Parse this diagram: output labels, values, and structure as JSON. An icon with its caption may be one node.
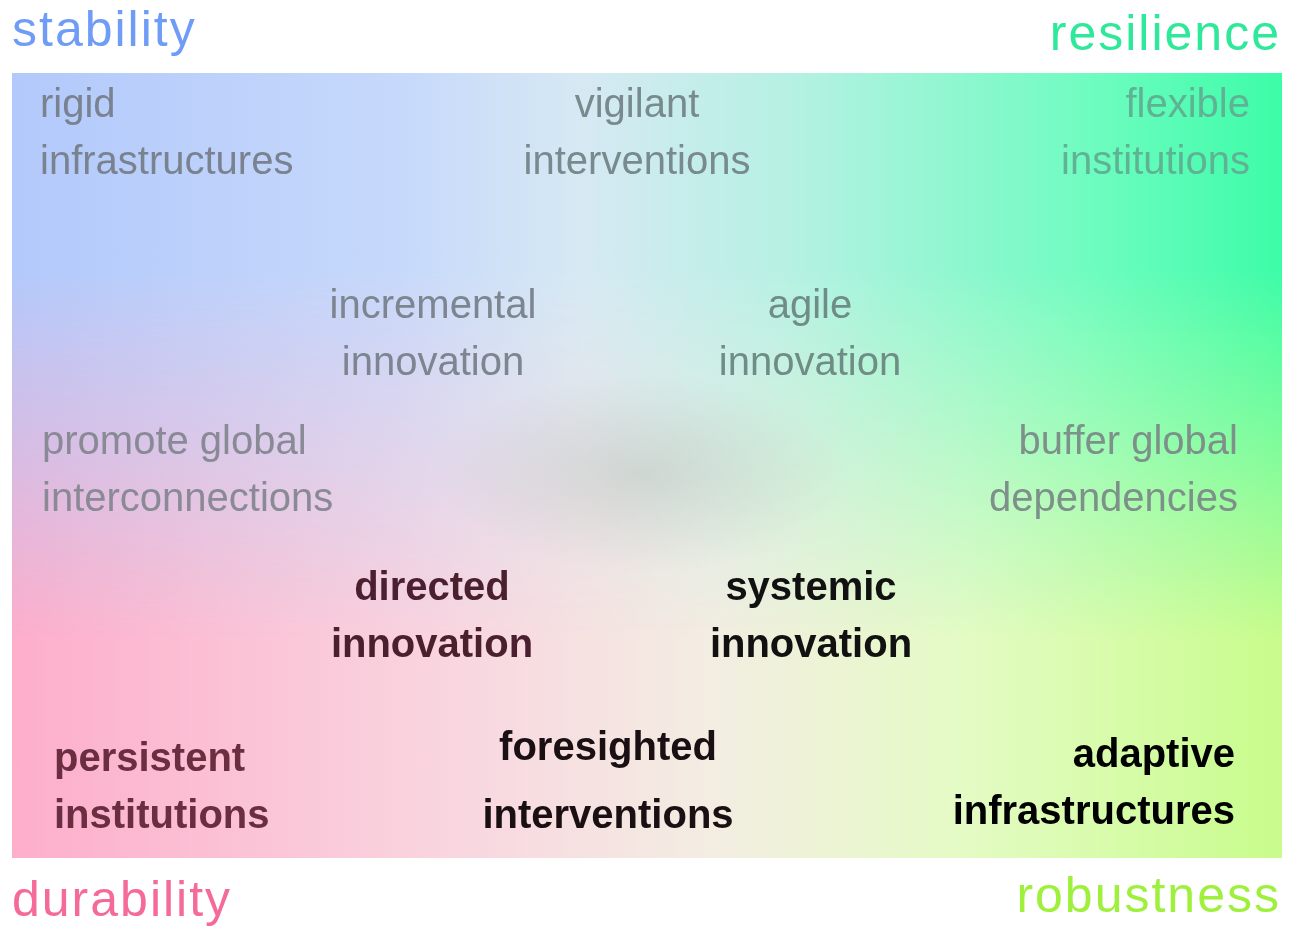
{
  "diagram": {
    "labels": [
      "stability",
      "resilience",
      "rigid infrastructures",
      "vigilant interventions",
      "flexible institutions",
      "incremental innovation",
      "agile innovation",
      "promote global interconnections",
      "buffer global dependencies",
      "directed innovation",
      "systemic innovation",
      "persistent institutions",
      "foresighted interventions",
      "adaptive infrastructures",
      "durability",
      "robustness"
    ]
  }
}
